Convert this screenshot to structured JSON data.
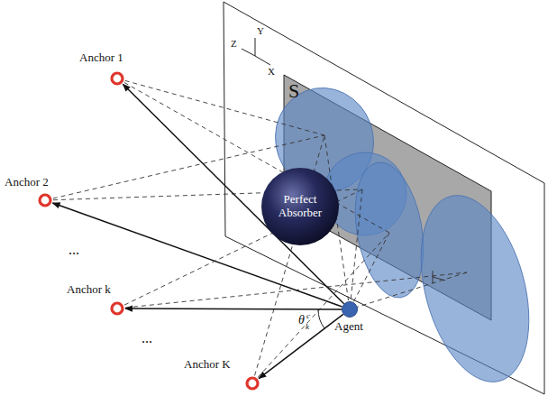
{
  "diagram": {
    "nodes": [
      {
        "text": [
          "S"
        ]
      },
      {
        "text": [
          "Perfect Absorber"
        ]
      },
      {
        "text": [
          "Anchor 1"
        ]
      },
      {
        "text": [
          "Anchor 2"
        ]
      },
      {
        "text": [
          "Anchor k"
        ]
      },
      {
        "text": [
          "Anchor K"
        ]
      },
      {
        "text": [
          "Agent"
        ]
      }
    ],
    "edges": [
      {
        "from": 6,
        "to": 2,
        "arrow": "to"
      },
      {
        "from": 6,
        "to": 3,
        "arrow": "to"
      },
      {
        "from": 6,
        "to": 4,
        "arrow": "to"
      },
      {
        "from": 6,
        "to": 5,
        "arrow": "to"
      }
    ],
    "labels": [
      "Y",
      "Z",
      "X",
      "...",
      "...",
      "θ",
      "k",
      "c"
    ]
  }
}
